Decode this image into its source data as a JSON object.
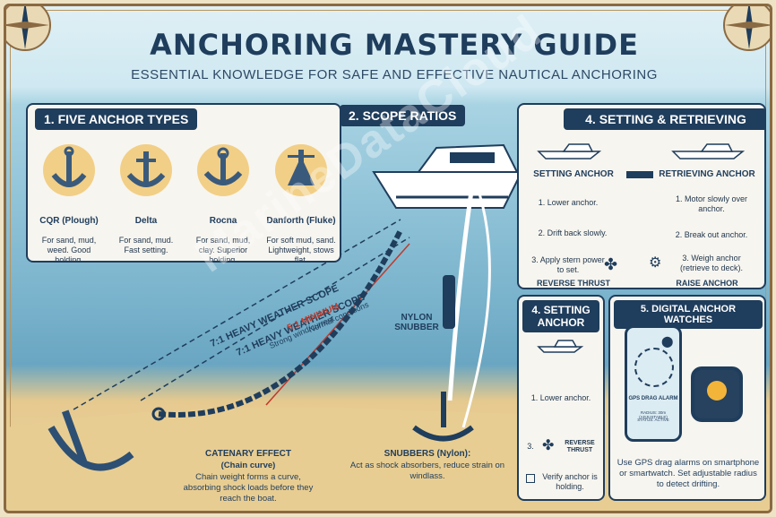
{
  "header": {
    "title": "ANCHORING MASTERY GUIDE",
    "subtitle": "ESSENTIAL KNOWLEDGE FOR SAFE AND EFFECTIVE NAUTICAL ANCHORING"
  },
  "watermark": "MarineDataCloud",
  "anchor_types": {
    "heading": "1. FIVE ANCHOR TYPES",
    "items": [
      {
        "name": "CQR (Plough)",
        "desc": "For sand, mud, weed. Good holding."
      },
      {
        "name": "Delta",
        "desc": "For sand, mud. Fast setting."
      },
      {
        "name": "Rocna",
        "desc": "For sand, mud, clay. Superior holding."
      },
      {
        "name": "Danforth (Fluke)",
        "desc": "For soft mud, sand. Lightweight, stows flat."
      }
    ]
  },
  "scope": {
    "heading": "2. SCOPE RATIOS",
    "line1_title": "7:1 HEAVY WEATHER SCOPE",
    "line2_title": "7:1 HEAVY WEATHER SCOPE",
    "line2_sub": "Strong wind/current",
    "line3_title": "5:1 MINIMUM",
    "line3_sub": "Normal conditions",
    "snubber_label": "NYLON SNUBBER",
    "catenary_title": "CATENARY EFFECT",
    "catenary_sub": "(Chain curve)",
    "catenary_desc": "Chain weight forms a curve, absorbing shock loads before they reach the boat.",
    "snubbers_title": "SNUBBERS (Nylon):",
    "snubbers_desc": "Act as shock absorbers, reduce strain on windlass."
  },
  "setting_retrieving": {
    "heading": "4. SETTING & RETRIEVING",
    "setting_title": "SETTING ANCHOR",
    "setting_steps": [
      "1. Lower anchor.",
      "2. Drift back slowly.",
      "3. Apply stern power to set."
    ],
    "setting_footer": "REVERSE THRUST",
    "retrieving_title": "RETRIEVING ANCHOR",
    "retrieving_steps": [
      "1. Motor slowly over anchor.",
      "2. Break out anchor.",
      "3. Weigh anchor (retrieve to deck)."
    ],
    "retrieving_footer": "RAISE ANCHOR"
  },
  "setting_anchor": {
    "heading_line1": "4. SETTING",
    "heading_line2": "ANCHOR",
    "step1": "1. Lower anchor.",
    "step3_num": "3.",
    "step3_label": "REVERSE THRUST",
    "step4": "Verify anchor is holding."
  },
  "digital": {
    "heading": "5. DIGITAL ANCHOR WATCHES",
    "phone_title": "GPS DRAG ALARM",
    "phone_radius": "RADIUS: 30m (ADJUSTABLE)",
    "phone_status": "STATUS: ACTIVE",
    "desc": "Use GPS drag alarms on smartphone or smartwatch. Set adjustable radius to detect drifting."
  }
}
